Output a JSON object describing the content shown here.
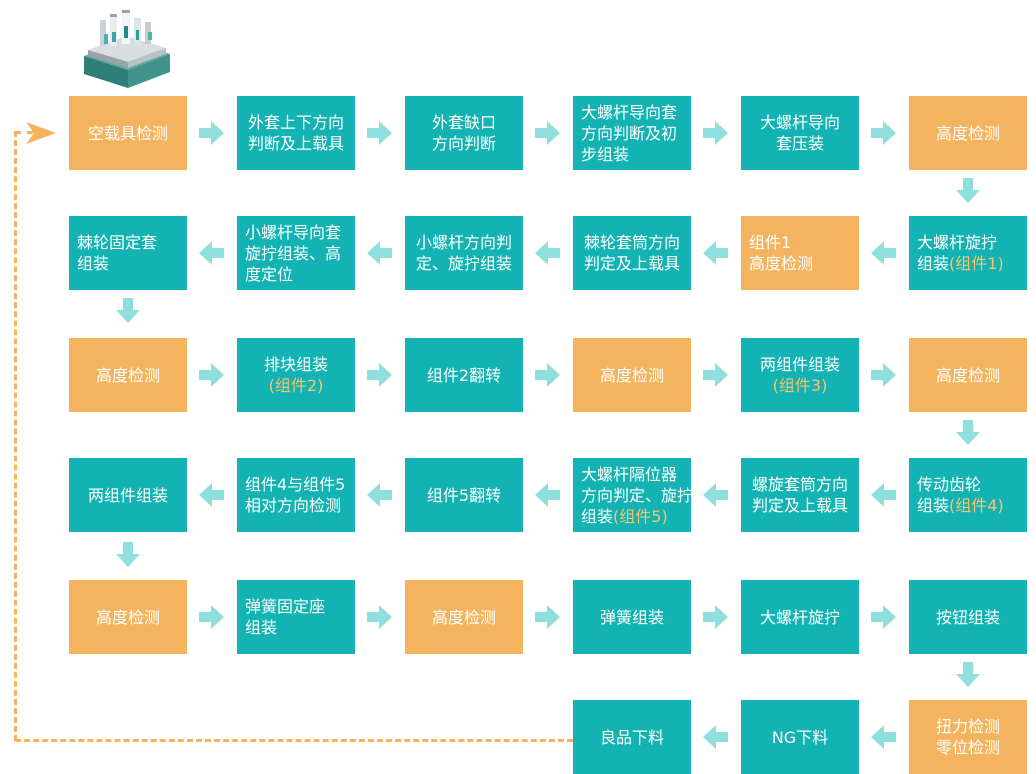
{
  "fixture_icon": "test-fixture-icon",
  "colors": {
    "teal": "#13b3b3",
    "orange": "#f4b45f",
    "arrow": "#8fe0dc",
    "highlight": "#f7c36c"
  },
  "steps": [
    {
      "id": "s1",
      "lines": [
        "空载具检测"
      ]
    },
    {
      "id": "s2",
      "lines": [
        "外套上下方向",
        "判断及上载具"
      ]
    },
    {
      "id": "s3",
      "lines": [
        "外套缺口",
        "方向判断"
      ]
    },
    {
      "id": "s4",
      "lines": [
        "大螺杆导向套",
        "方向判断及初",
        "步组装"
      ]
    },
    {
      "id": "s5",
      "lines": [
        "大螺杆导向",
        "套压装"
      ]
    },
    {
      "id": "s6",
      "lines": [
        "高度检测"
      ]
    },
    {
      "id": "s7",
      "lines": [
        "大螺杆旋拧",
        "组装"
      ],
      "highlight": "(组件1)"
    },
    {
      "id": "s8",
      "lines": [
        "组件1",
        "高度检测"
      ]
    },
    {
      "id": "s9",
      "lines": [
        "棘轮套筒方向",
        "判定及上载具"
      ]
    },
    {
      "id": "s10",
      "lines": [
        "小螺杆方向判",
        "定、旋拧组装"
      ]
    },
    {
      "id": "s11",
      "lines": [
        "小螺杆导向套",
        "旋拧组装、高",
        "度定位"
      ]
    },
    {
      "id": "s12",
      "lines": [
        "棘轮固定套",
        "组装"
      ]
    },
    {
      "id": "s13",
      "lines": [
        "高度检测"
      ]
    },
    {
      "id": "s14",
      "lines": [
        "排块组装"
      ],
      "highlight": "(组件2)"
    },
    {
      "id": "s15",
      "lines": [
        "组件2翻转"
      ]
    },
    {
      "id": "s16",
      "lines": [
        "高度检测"
      ]
    },
    {
      "id": "s17",
      "lines": [
        "两组件组装"
      ],
      "highlight": "(组件3)"
    },
    {
      "id": "s18",
      "lines": [
        "高度检测"
      ]
    },
    {
      "id": "s19",
      "lines": [
        "传动齿轮",
        "组装"
      ],
      "highlight": "(组件4)"
    },
    {
      "id": "s20",
      "lines": [
        "螺旋套筒方向",
        "判定及上载具"
      ]
    },
    {
      "id": "s21",
      "lines": [
        "大螺杆隔位器",
        "方向判定、旋拧",
        "组装"
      ],
      "highlight": "(组件5)"
    },
    {
      "id": "s22",
      "lines": [
        "组件5翻转"
      ]
    },
    {
      "id": "s23",
      "lines": [
        "组件4与组件5",
        "相对方向检测"
      ]
    },
    {
      "id": "s24",
      "lines": [
        "两组件组装"
      ]
    },
    {
      "id": "s25",
      "lines": [
        "高度检测"
      ]
    },
    {
      "id": "s26",
      "lines": [
        "弹簧固定座",
        "组装"
      ]
    },
    {
      "id": "s27",
      "lines": [
        "高度检测"
      ]
    },
    {
      "id": "s28",
      "lines": [
        "弹簧组装"
      ]
    },
    {
      "id": "s29",
      "lines": [
        "大螺杆旋拧"
      ]
    },
    {
      "id": "s30",
      "lines": [
        "按钮组装"
      ]
    },
    {
      "id": "s31",
      "lines": [
        "扭力检测",
        "零位检测"
      ]
    },
    {
      "id": "s32",
      "lines": [
        "NG下料"
      ]
    },
    {
      "id": "s33",
      "lines": [
        "良品下料"
      ]
    }
  ]
}
